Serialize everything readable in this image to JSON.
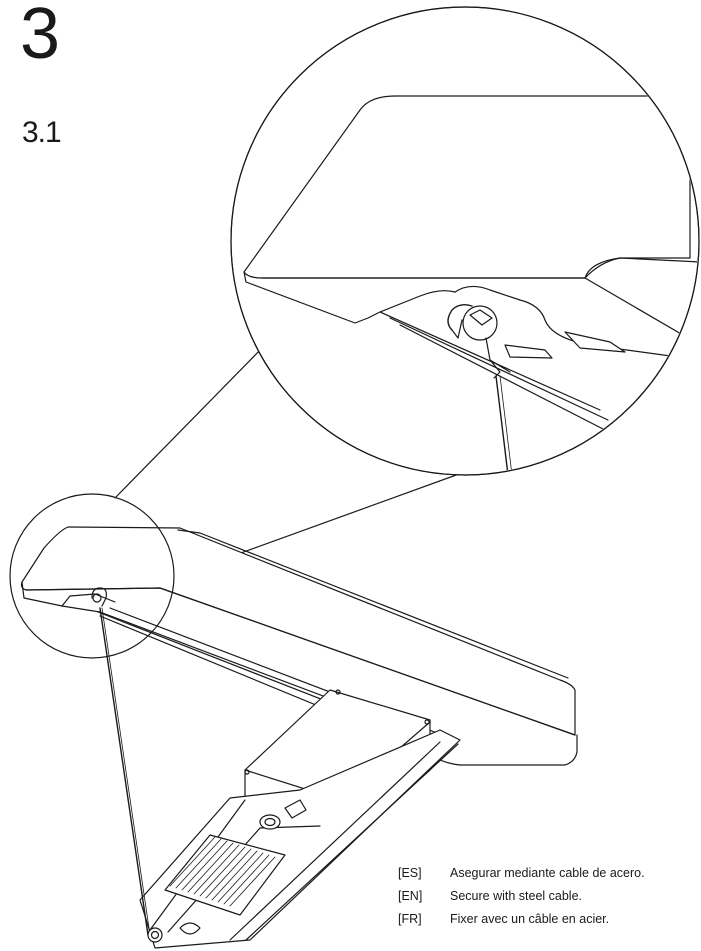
{
  "step": {
    "number": "3",
    "substep": "3.1"
  },
  "illustration": {
    "icon": "luminaire-steel-cable-installation"
  },
  "instructions": [
    {
      "lang": "[ES]",
      "text": "Asegurar mediante cable de acero."
    },
    {
      "lang": "[EN]",
      "text": "Secure with steel cable."
    },
    {
      "lang": "[FR]",
      "text": "Fixer avec un câble en acier."
    }
  ]
}
